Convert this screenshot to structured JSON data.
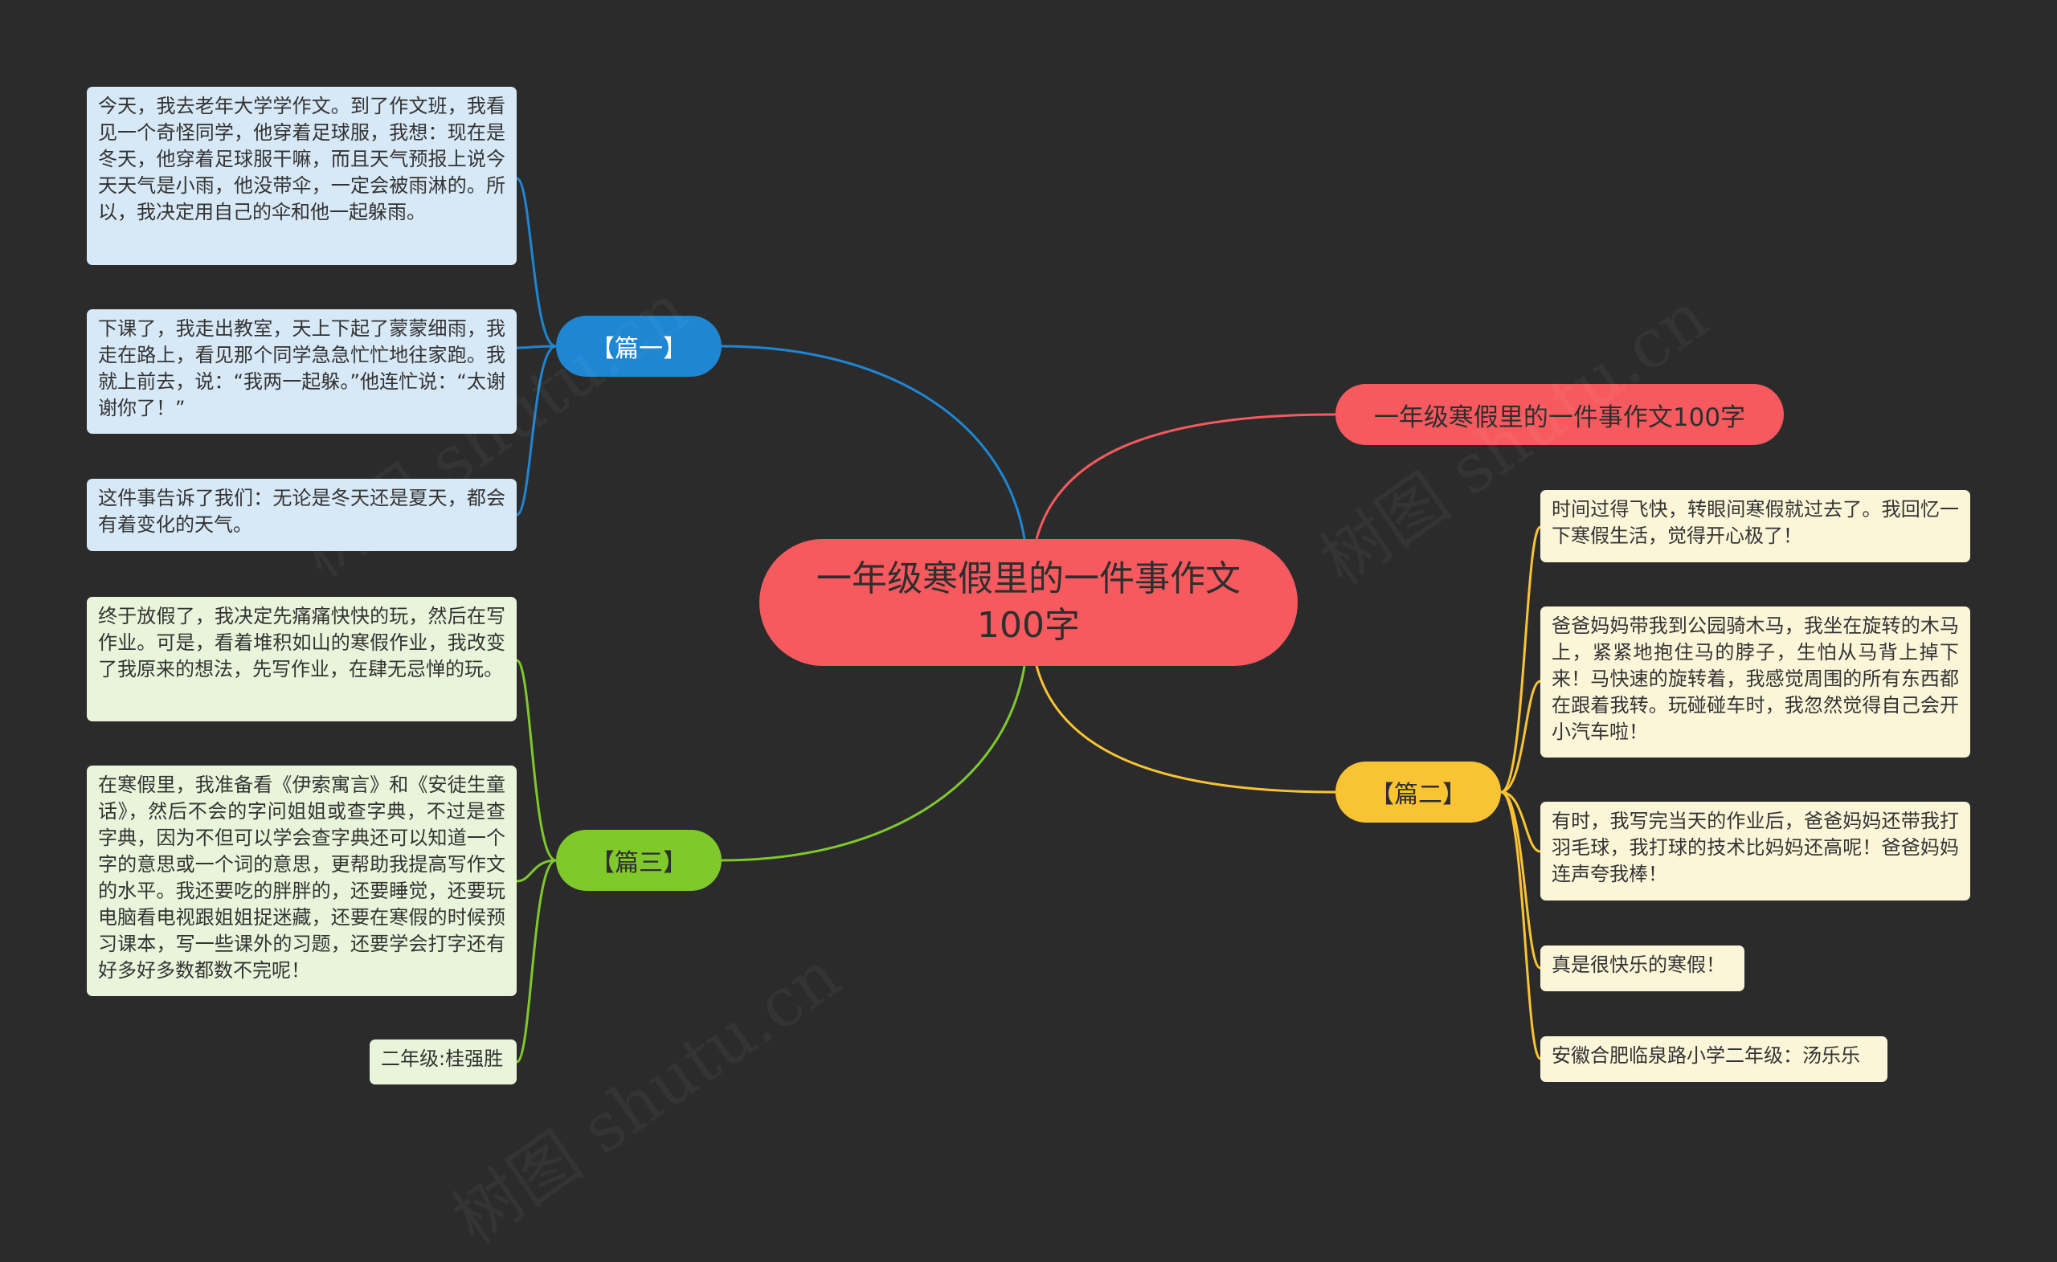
{
  "center": {
    "text": "一年级寒假里的一件事作文100字"
  },
  "title_node": {
    "text": "一年级寒假里的一件事作文100字"
  },
  "branches": [
    {
      "label": "【篇一】",
      "color": "#1e86d2",
      "leaves": [
        "今天，我去老年大学学作文。到了作文班，我看见一个奇怪同学，他穿着足球服，我想：现在是冬天，他穿着足球服干嘛，而且天气预报上说今天天气是小雨，他没带伞，一定会被雨淋的。所以，我决定用自己的伞和他一起躲雨。",
        "下课了，我走出教室，天上下起了蒙蒙细雨，我走在路上，看见那个同学急急忙忙地往家跑。我就上前去，说：“我两一起躲。”他连忙说：“太谢谢你了！”",
        "这件事告诉了我们：无论是冬天还是夏天，都会有着变化的天气。"
      ]
    },
    {
      "label": "【篇三】",
      "color": "#7fc92b",
      "leaves": [
        "终于放假了，我决定先痛痛快快的玩，然后在写作业。可是，看着堆积如山的寒假作业，我改变了我原来的想法，先写作业，在肆无忌惮的玩。",
        "在寒假里，我准备看《伊索寓言》和《安徒生童话》，然后不会的字问姐姐或查字典，不过是查字典，因为不但可以学会查字典还可以知道一个字的意思或一个词的意思，更帮助我提高写作文的水平。我还要吃的胖胖的，还要睡觉，还要玩电脑看电视跟姐姐捉迷藏，还要在寒假的时候预习课本，写一些课外的习题，还要学会打字还有好多好多数都数不完呢！",
        "二年级:桂强胜"
      ]
    },
    {
      "label": "【篇二】",
      "color": "#f9c433",
      "leaves": [
        "时间过得飞快，转眼间寒假就过去了。我回忆一下寒假生活，觉得开心极了！",
        "爸爸妈妈带我到公园骑木马，我坐在旋转的木马上，紧紧地抱住马的脖子，生怕从马背上掉下来！马快速的旋转着，我感觉周围的所有东西都在跟着我转。玩碰碰车时，我忽然觉得自己会开小汽车啦！",
        "有时，我写完当天的作业后，爸爸妈妈还带我打羽毛球，我打球的技术比妈妈还高呢！爸爸妈妈连声夸我棒！",
        "真是很快乐的寒假！",
        "安徽合肥临泉路小学二年级：汤乐乐"
      ]
    }
  ],
  "colors": {
    "background": "#2b2b2c",
    "red": "#f65a5e",
    "blue": "#1e86d2",
    "green": "#7fc92b",
    "yellow": "#f9c433"
  }
}
